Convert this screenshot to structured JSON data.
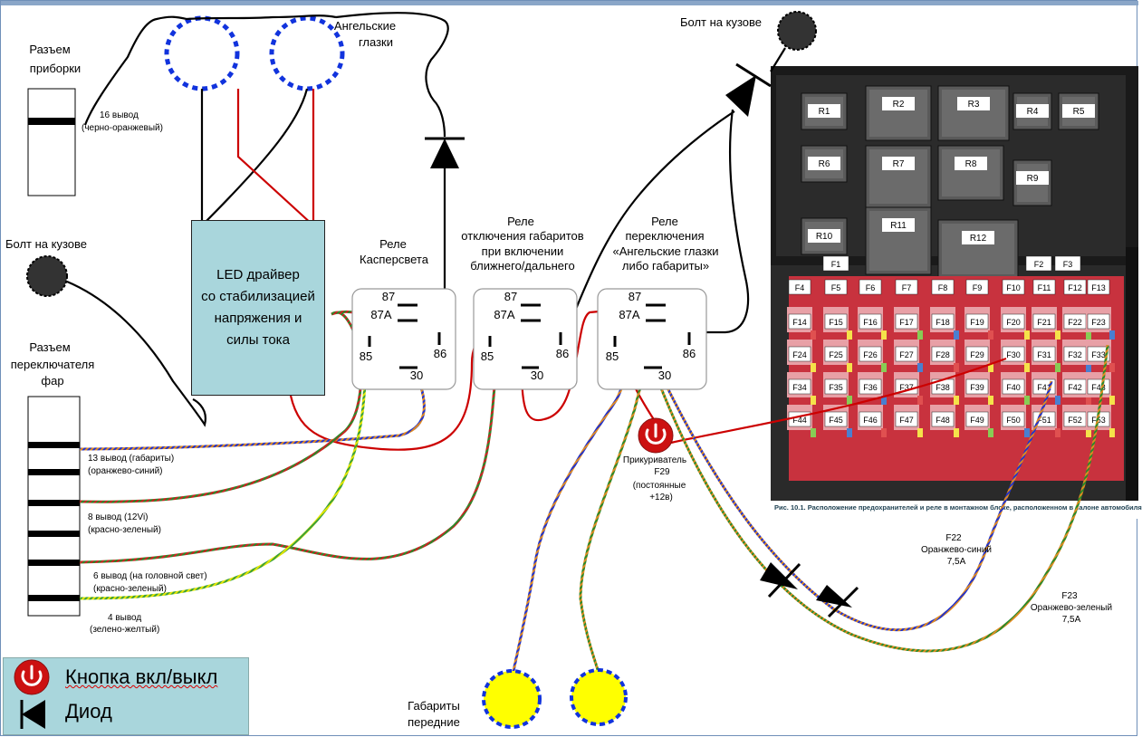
{
  "labels": {
    "dash_connector": [
      "Разъем",
      "приборки"
    ],
    "dash_pin": "16 вывод",
    "dash_pin_color": "(черно-оранжевый)",
    "angel_eyes": [
      "Ангельские",
      "глазки"
    ],
    "body_bolt_left": "Болт на кузове",
    "body_bolt_right": "Болт на кузове",
    "led_driver": [
      "LED драйвер",
      "со стабилизацией",
      "напряжения и",
      "силы тока"
    ],
    "relay_kasper": [
      "Реле",
      "Касперсвета"
    ],
    "relay_cutoff": [
      "Реле",
      "отключения габаритов",
      "при включении",
      "ближнего/дальнего"
    ],
    "relay_switch": [
      "Реле",
      "переключения",
      "«Ангельские глазки",
      "либо габариты»"
    ],
    "headlight_switch": [
      "Разъем",
      "переключателя",
      "фар"
    ],
    "pin13": "13 вывод (габариты)",
    "pin13_color": "(оранжево-синий)",
    "pin8": "8  вывод (12Vi)",
    "pin8_color": "(красно-зеленый)",
    "pin6": "6 вывод (на головной свет)",
    "pin6_color": "(красно-зеленый)",
    "pin4": "4 вывод",
    "pin4_color": "(зелено-желтый)",
    "lighter": [
      "Прикуриватель",
      "F29",
      "(постоянные",
      "+12в)"
    ],
    "f22": [
      "F22",
      "Оранжево-синий",
      "7,5А"
    ],
    "f23": [
      "F23",
      "Оранжево-зеленый",
      "7,5А"
    ],
    "parking_lights": [
      "Габариты",
      "передние"
    ]
  },
  "relay_pins": [
    "87",
    "87A",
    "85",
    "86",
    "30"
  ],
  "fusebox": {
    "relays": [
      "R1",
      "R2",
      "R3",
      "R4",
      "R5",
      "R6",
      "R7",
      "R8",
      "R9",
      "R10",
      "R11",
      "R12"
    ],
    "fuse_rows": [
      [
        "F1"
      ],
      [
        "F2",
        "F3"
      ],
      [
        "F4",
        "F5",
        "F6",
        "F7",
        "F8",
        "F9",
        "F10",
        "F11",
        "F12",
        "F13"
      ],
      [
        "F14",
        "F15",
        "F16",
        "F17",
        "F18",
        "F19",
        "F20",
        "F21",
        "F22",
        "F23"
      ],
      [
        "F24",
        "F25",
        "F26",
        "F27",
        "F28",
        "F29",
        "F30",
        "F31",
        "F32",
        "F33"
      ],
      [
        "F34",
        "F35",
        "F36",
        "F37",
        "F38",
        "F39",
        "F40",
        "F41",
        "F42",
        "F43"
      ],
      [
        "F44",
        "F45",
        "F46",
        "F47",
        "F48",
        "F49",
        "F50",
        "F51",
        "F52",
        "F53"
      ]
    ],
    "caption": "Рис. 10.1. Расположение предохранителей и реле в монтажном блоке, расположенном в салоне автомобиля"
  },
  "legend": {
    "button": "Кнопка вкл/выкл",
    "diode": "Диод"
  },
  "colors": {
    "wire_black": "#000000",
    "wire_red": "#cc0000",
    "wire_orange_blue": "#2233cc",
    "wire_red_green": "#2a8a2a",
    "wire_green_yellow": "#d8e000",
    "led_driver_bg": "#a9d6dc",
    "legend_bg": "#a9d6dc",
    "angel_eye_ring": "#1133dd",
    "parking_light_fill": "#ffff00",
    "power_button": "#cc1111",
    "fuse_red": "#e0364a"
  }
}
